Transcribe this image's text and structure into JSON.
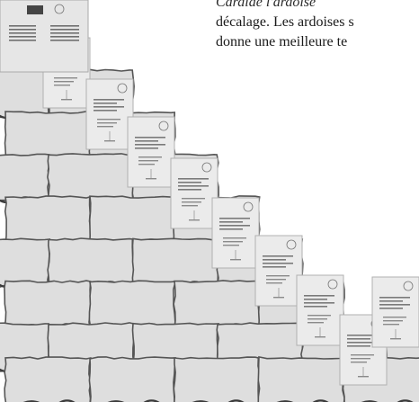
{
  "text": {
    "line1": "Cardiae l'ardoise",
    "line2": "décalage. Les ardoises s",
    "line3": "donne une meilleure te"
  },
  "figure": {
    "description_icon": "slate-tiles-icon",
    "tile_fill": "#dedede",
    "tile_stroke": "#555555",
    "card_fill": "#ebebeb",
    "card_stroke": "#b0b0b0"
  }
}
